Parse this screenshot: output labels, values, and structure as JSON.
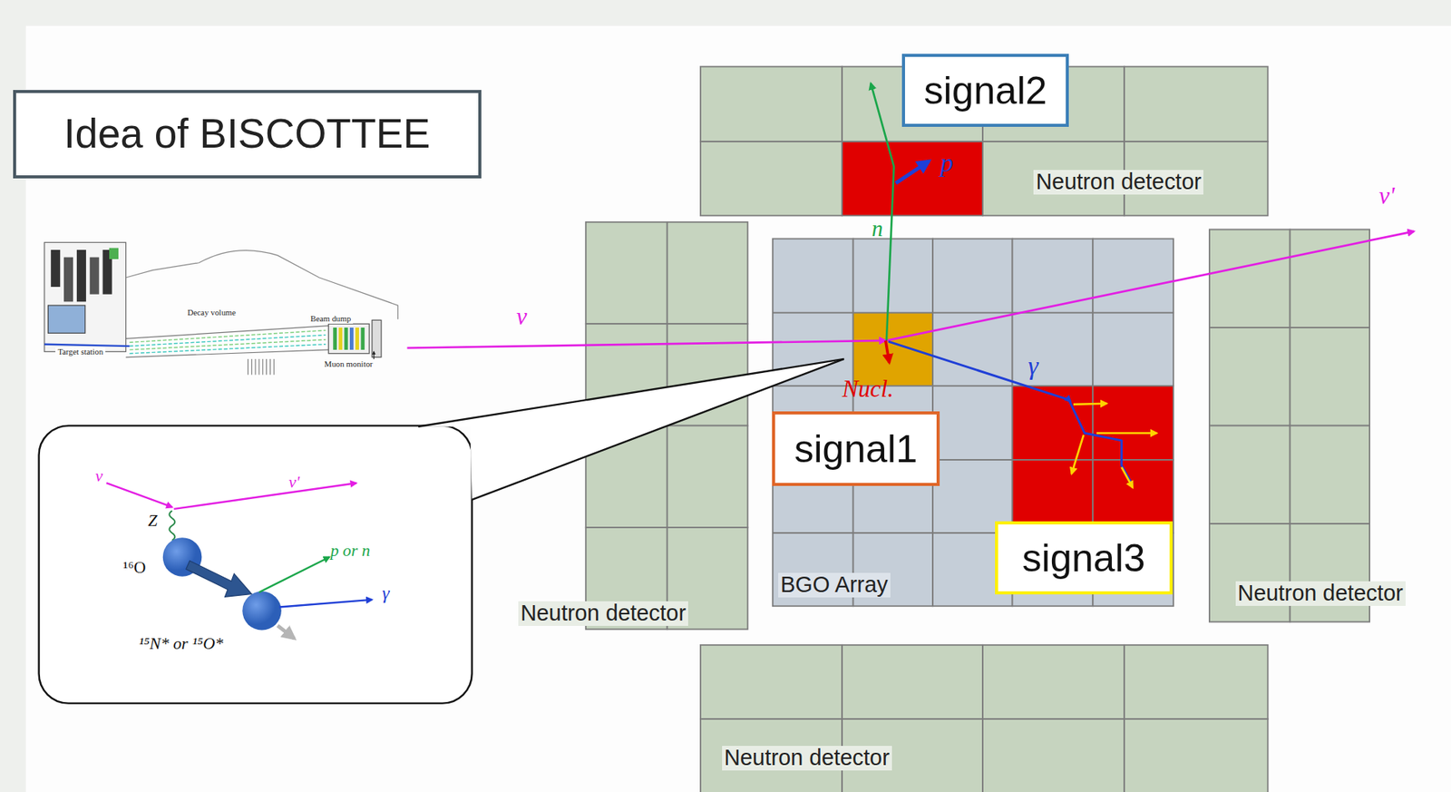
{
  "diagram": {
    "title": "Idea of BISCOTTEE",
    "nodes": [
      {
        "text": [
          "signal2"
        ]
      },
      {
        "text": [
          "signal1"
        ]
      },
      {
        "text": [
          "signal3"
        ]
      }
    ],
    "labels": [
      "Neutron detector",
      "ν'",
      "n",
      "p",
      "ν",
      "γ",
      "Nucl.",
      "Neutron detector",
      "BGO Array",
      "Neutron detector",
      "Neutron detector",
      "Target station",
      "Decay volume",
      "Beam dump",
      "Muon monitor",
      "ν",
      "ν'",
      "Z",
      "¹⁶O",
      "p or n",
      "γ",
      "¹⁵N* or ¹⁵O*"
    ]
  }
}
